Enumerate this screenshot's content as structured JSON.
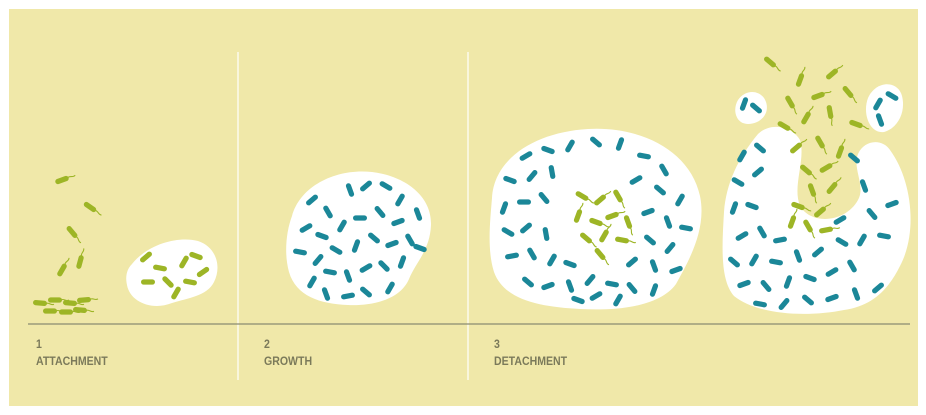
{
  "colors": {
    "background": "#f0e8a9",
    "matrix": "#ffffff",
    "bacteria_green": "#9db526",
    "bacteria_teal": "#1b8798",
    "baseline": "#8a8a72",
    "label_text": "#7b7a5a"
  },
  "stages": [
    {
      "number": "1",
      "label": "ATTACHMENT"
    },
    {
      "number": "2",
      "label": "GROWTH"
    },
    {
      "number": "3",
      "label": "DETACHMENT"
    }
  ]
}
